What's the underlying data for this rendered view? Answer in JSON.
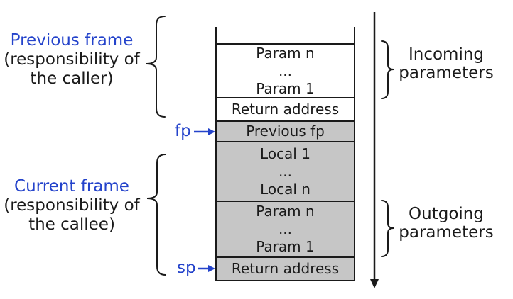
{
  "colors": {
    "accent_blue": "#2443cb",
    "shaded_gray": "#c6c6c6",
    "line_black": "#1a1a1a",
    "unshaded_white": "#ffffff"
  },
  "labels": {
    "previous_frame": {
      "title": "Previous frame",
      "sub1": "(responsibility of",
      "sub2": "the caller)"
    },
    "current_frame": {
      "title": "Current frame",
      "sub1": "(responsibility of",
      "sub2": "the callee)"
    },
    "incoming": {
      "line1": "Incoming",
      "line2": "parameters"
    },
    "outgoing": {
      "line1": "Outgoing",
      "line2": "parameters"
    },
    "fp": "fp",
    "sp": "sp"
  },
  "stack": {
    "rows": [
      {
        "name": "incoming-params-cell",
        "shaded": false,
        "lines": [
          "Param n",
          "...",
          "Param 1"
        ]
      },
      {
        "name": "return-address-caller-cell",
        "shaded": false,
        "lines": [
          "Return address"
        ]
      },
      {
        "name": "previous-fp-cell",
        "shaded": true,
        "lines": [
          "Previous fp"
        ]
      },
      {
        "name": "locals-cell",
        "shaded": true,
        "lines": [
          "Local 1",
          "...",
          "Local n"
        ]
      },
      {
        "name": "outgoing-params-cell",
        "shaded": true,
        "lines": [
          "Param n",
          "...",
          "Param 1"
        ]
      },
      {
        "name": "return-address-callee-cell",
        "shaded": true,
        "lines": [
          "Return address"
        ]
      }
    ]
  }
}
